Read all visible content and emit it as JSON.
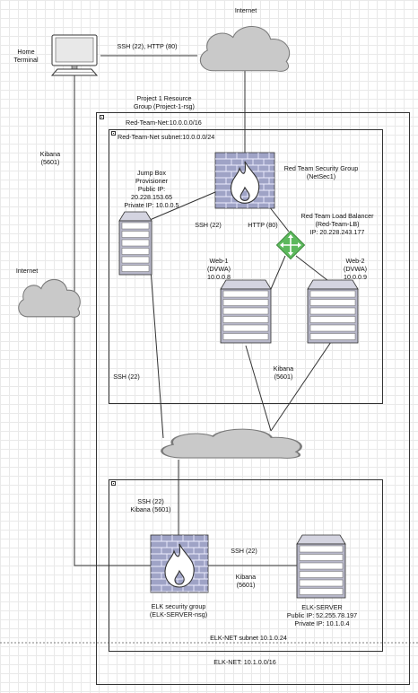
{
  "internet_top": "Internet",
  "internet_left": "Internet",
  "home_terminal": "Home\nTerminal",
  "ssh_http_label": "SSH (22), HTTP (80)",
  "kibana_left": "Kibana\n(5601)",
  "resource_group": "Project 1 Resource\nGroup (Project-1-rsg)",
  "red_team_net": "Red-Team-Net:10.0.0.0/16",
  "red_team_subnet": "Red-Team-Net subnet:10.0.0.0/24",
  "security_group": "Red Team Security Group\n(NetSec1)",
  "jump_box": "Jump Box\nProvisioner\nPublic IP:\n20.228.153.65\nPrivate IP: 10.0.0.5",
  "ssh_jump": "SSH (22)",
  "http_80": "HTTP (80)",
  "load_balancer": "Red Team Load Balancer\n(Red-Team-LB)\nIP: 20.228.243.177",
  "web1": "Web-1\n(DVWA)\n10.0.0.8",
  "web2": "Web-2\n(DVWA)\n10.0.0.9",
  "ssh_mid": "SSH (22)",
  "kibana_mid": "Kibana\n(5601)",
  "elk_ssh_kibana": "SSH (22)\nKibana (5601)",
  "elk_ssh": "SSH (22)",
  "elk_kibana": "Kibana\n(5601)",
  "elk_sg": "ELK security group\n(ELK-SERVER-nsg)",
  "elk_server": "ELK-SERVER\nPublic IP: 52.255.78.197\nPrivate IP: 10.1.0.4",
  "elk_subnet": "ELK-NET subnet 10.1.0.24",
  "elk_net": "ELK-NET: 10.1.0.0/16",
  "colors": {
    "line": "#333333",
    "cloud_fill": "#c9c9c9",
    "server_fill": "#b7b7c9",
    "firewall_fill": "#9fa3c6",
    "flame_fill": "#ffffff",
    "lb_fill": "#5cb85c"
  }
}
